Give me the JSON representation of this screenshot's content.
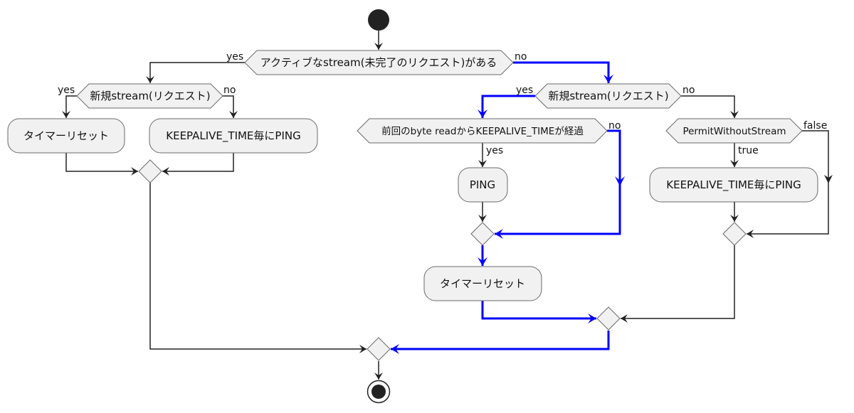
{
  "diagram": {
    "type": "activity-diagram",
    "highlight_color": "#0000FF",
    "node_fill": "#F1F1F1",
    "start": {
      "id": "start"
    },
    "end": {
      "id": "end"
    },
    "decisions": {
      "d_active": {
        "text": "アクティブなstream(未完了のリクエスト)がある",
        "yes": "yes",
        "no": "no"
      },
      "d_new_left": {
        "text": "新規stream(リクエスト)",
        "yes": "yes",
        "no": "no"
      },
      "d_new_right": {
        "text": "新規stream(リクエスト)",
        "yes": "yes",
        "no": "no"
      },
      "d_elapsed": {
        "text": "前回のbyte readからKEEPALIVE_TIMEが経過",
        "yes": "yes",
        "no": "no"
      },
      "d_permit": {
        "text": "PermitWithoutStream",
        "yes": "true",
        "no": "false"
      }
    },
    "actions": {
      "a_reset_left": "タイマーリセット",
      "a_ping_left": "KEEPALIVE_TIME毎にPING",
      "a_ping": "PING",
      "a_reset_mid": "タイマーリセット",
      "a_ping_right": "KEEPALIVE_TIME毎にPING"
    },
    "highlighted_path": [
      "d_active:no",
      "d_new_right:yes",
      "d_elapsed:no",
      "a_reset_mid",
      "end"
    ]
  }
}
